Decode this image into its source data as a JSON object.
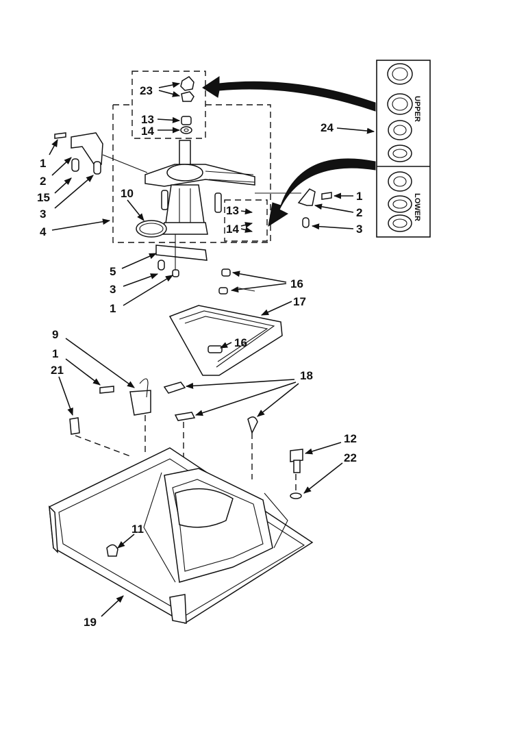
{
  "callouts": {
    "c23": "23",
    "c13a": "13",
    "c14a": "14",
    "c1_left": "1",
    "c2_left": "2",
    "c15": "15",
    "c3_left": "3",
    "c4": "4",
    "c10": "10",
    "c13b": "13",
    "c14b": "14",
    "c24": "24",
    "c1_right": "1",
    "c2_right": "2",
    "c3_right": "3",
    "c5": "5",
    "c3_lower": "3",
    "c1_lower": "1",
    "c16_top": "16",
    "c17": "17",
    "c16_mid": "16",
    "c9": "9",
    "c1_bracket": "1",
    "c21": "21",
    "c18": "18",
    "c12": "12",
    "c22": "22",
    "c11": "11",
    "c19": "19"
  },
  "kit_labels": {
    "upper": "UPPER",
    "lower": "LOWER"
  },
  "colors": {
    "ink": "#111111",
    "paper": "#ffffff"
  }
}
